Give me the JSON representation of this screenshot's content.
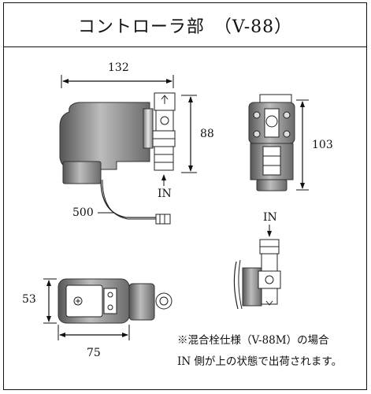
{
  "title": "コントローラ部　（V-88）",
  "dimensions": {
    "width_side": "132",
    "height_side": "88",
    "height_front": "103",
    "cable_length": "500",
    "height_bottom": "53",
    "width_bottom": "75"
  },
  "labels": {
    "in_side": "IN",
    "in_mix": "IN"
  },
  "note": {
    "line1": "※混合栓仕様（V-88M）の場合",
    "line2": "IN 側が上の状態で出荷されます。"
  }
}
